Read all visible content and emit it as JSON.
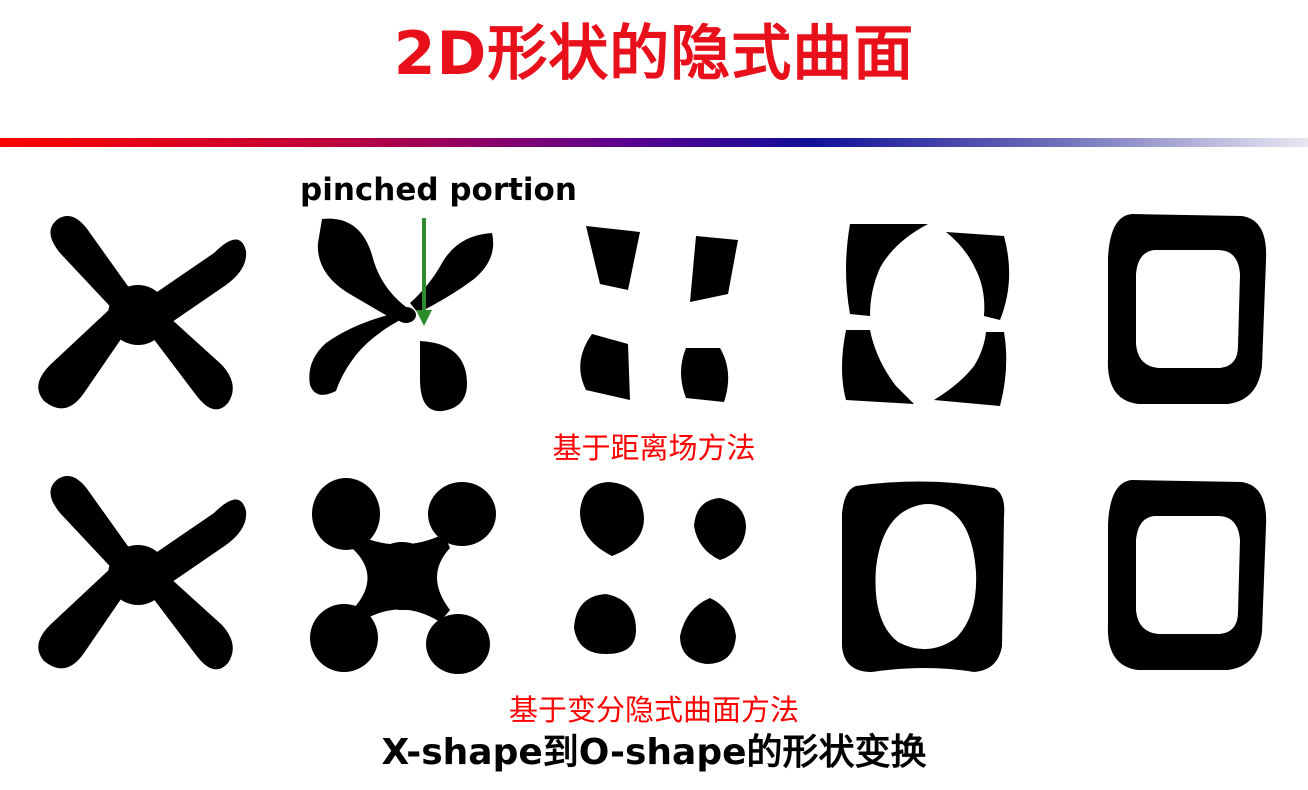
{
  "title": "2D形状的隐式曲面",
  "annotation": {
    "label": "pinched portion",
    "arrow_color": "#2e8b2e"
  },
  "rows": [
    {
      "caption": "基于距离场方法",
      "frames": [
        "x-shape",
        "pinched-x",
        "four-wedges",
        "broken-o",
        "o-shape"
      ]
    },
    {
      "caption": "基于变分隐式曲面方法",
      "frames": [
        "x-shape",
        "lobed-x",
        "four-blobs",
        "thick-o",
        "o-shape"
      ]
    }
  ],
  "footer": "X-shape到O-shape的形状变换",
  "colors": {
    "title": "#e8101a",
    "caption": "#ff0000",
    "shape": "#000000"
  }
}
